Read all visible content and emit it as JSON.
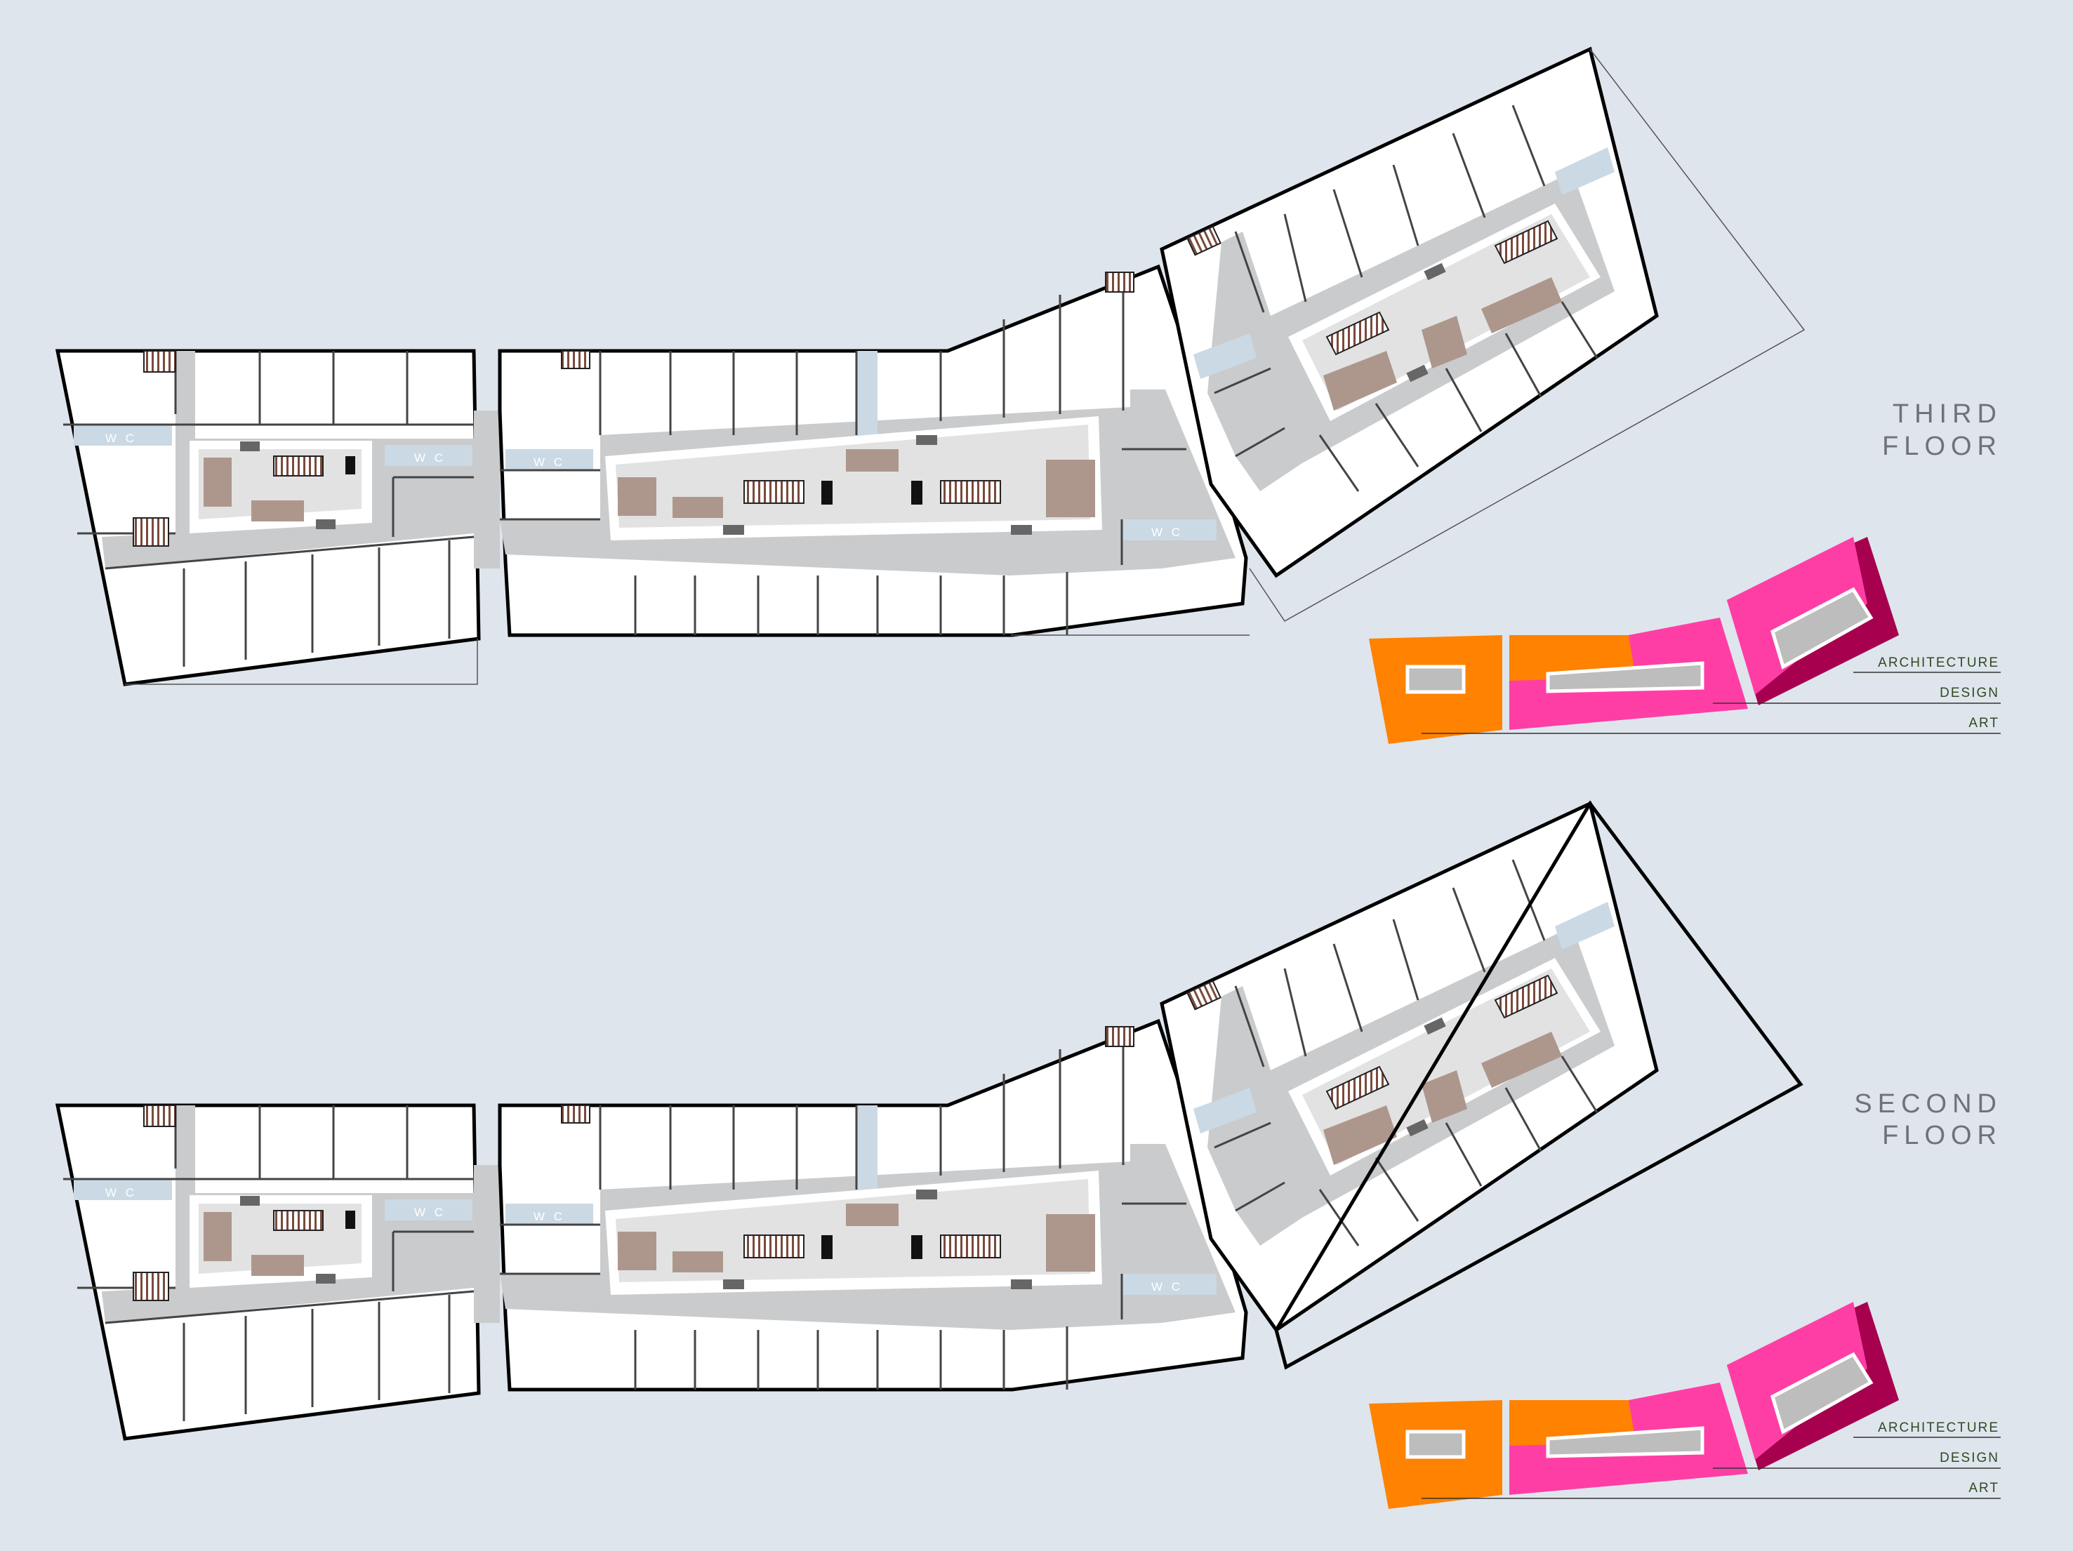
{
  "colors": {
    "background": "#dfe5ec",
    "room": "#ffffff",
    "corridor": "#c9cbcd",
    "wc": "#cbd9e4",
    "atrium": "#e2e2e2",
    "furniture": "#ad978c",
    "architecture": "#ff8200",
    "design": "#ff3ea5",
    "art": "#a6004f",
    "void": "#bdbdbd"
  },
  "floors": [
    {
      "id": "third",
      "title_line1": "THIRD",
      "title_line2": "FLOOR",
      "wc_label": "W C"
    },
    {
      "id": "second",
      "title_line1": "SECOND",
      "title_line2": "FLOOR",
      "wc_label": "W C"
    }
  ],
  "legend": {
    "architecture": "ARCHITECTURE",
    "design": "DESIGN",
    "art": "ART"
  },
  "icons": [
    "stair-icon",
    "column-icon",
    "partition-icon"
  ]
}
